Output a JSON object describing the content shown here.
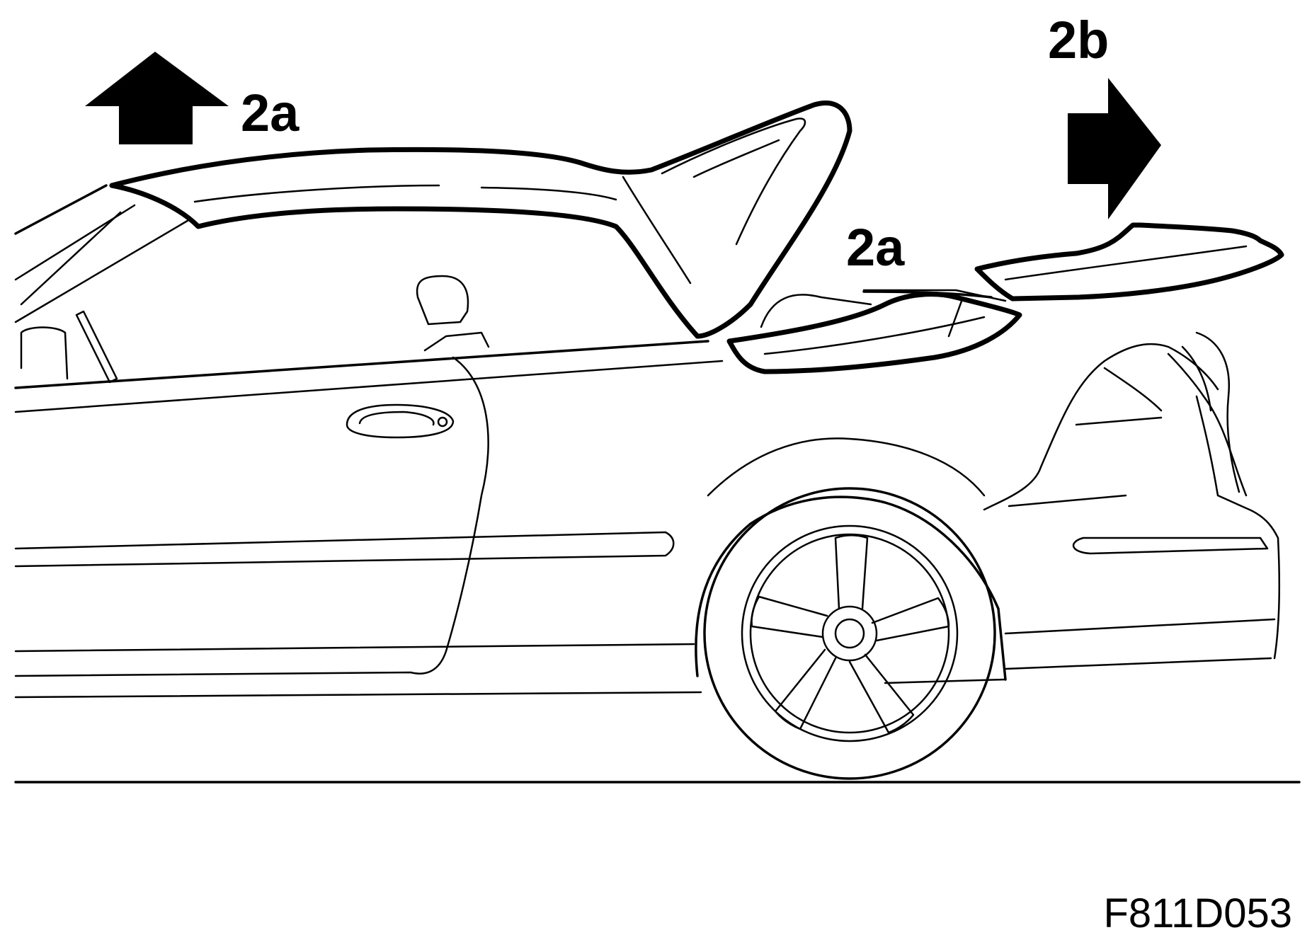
{
  "labels": {
    "roof_lift": "2a",
    "tonneau_lift": "2a",
    "trunk_slide": "2b"
  },
  "figure_id": "F811D053",
  "colors": {
    "ink": "#000000",
    "background": "#ffffff"
  },
  "icons": [
    "arrow-up-icon",
    "arrow-right-icon"
  ]
}
